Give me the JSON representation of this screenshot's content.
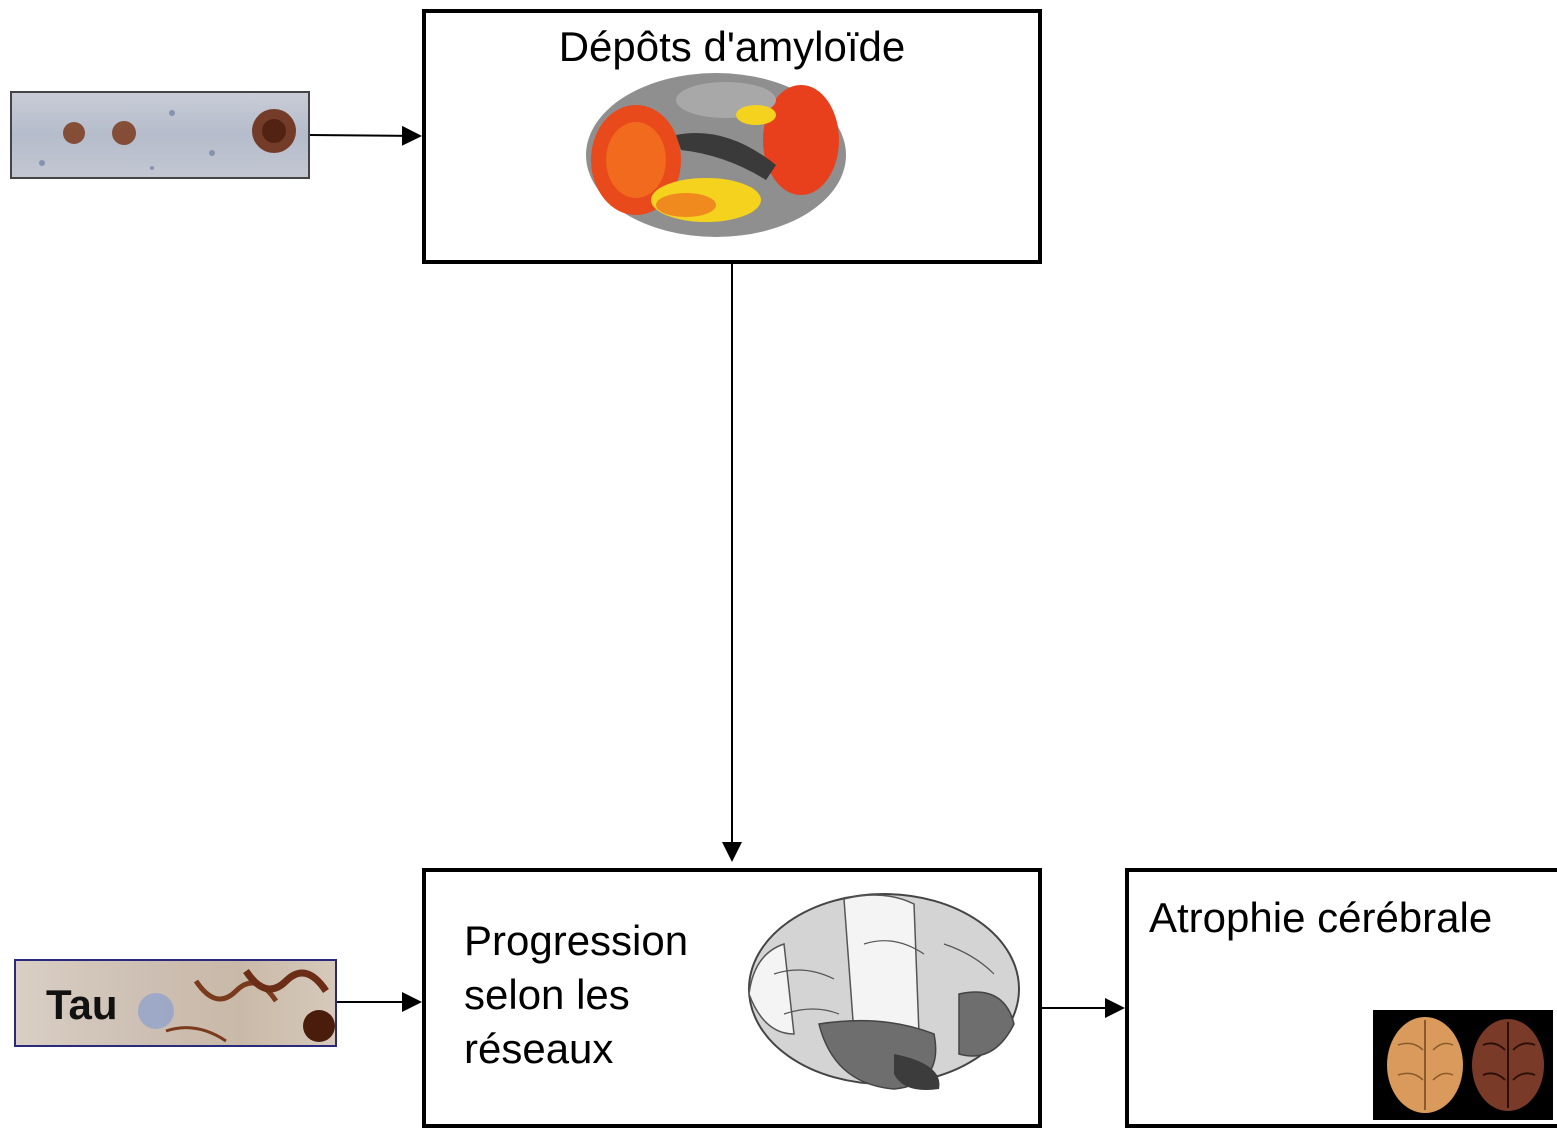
{
  "amyloid_box": {
    "title": "Dépôts d'amyloïde"
  },
  "tau_thumb": {
    "label": "Tau"
  },
  "progression_box": {
    "lines": [
      "Progression",
      "selon les",
      "réseaux"
    ]
  },
  "atrophy_box": {
    "title": "Atrophie cérébrale"
  },
  "colors": {
    "border": "#000000",
    "amyloid_hot": "#e8401c",
    "amyloid_warm": "#f5d21e",
    "stain_brown": "#7a3a1c"
  }
}
